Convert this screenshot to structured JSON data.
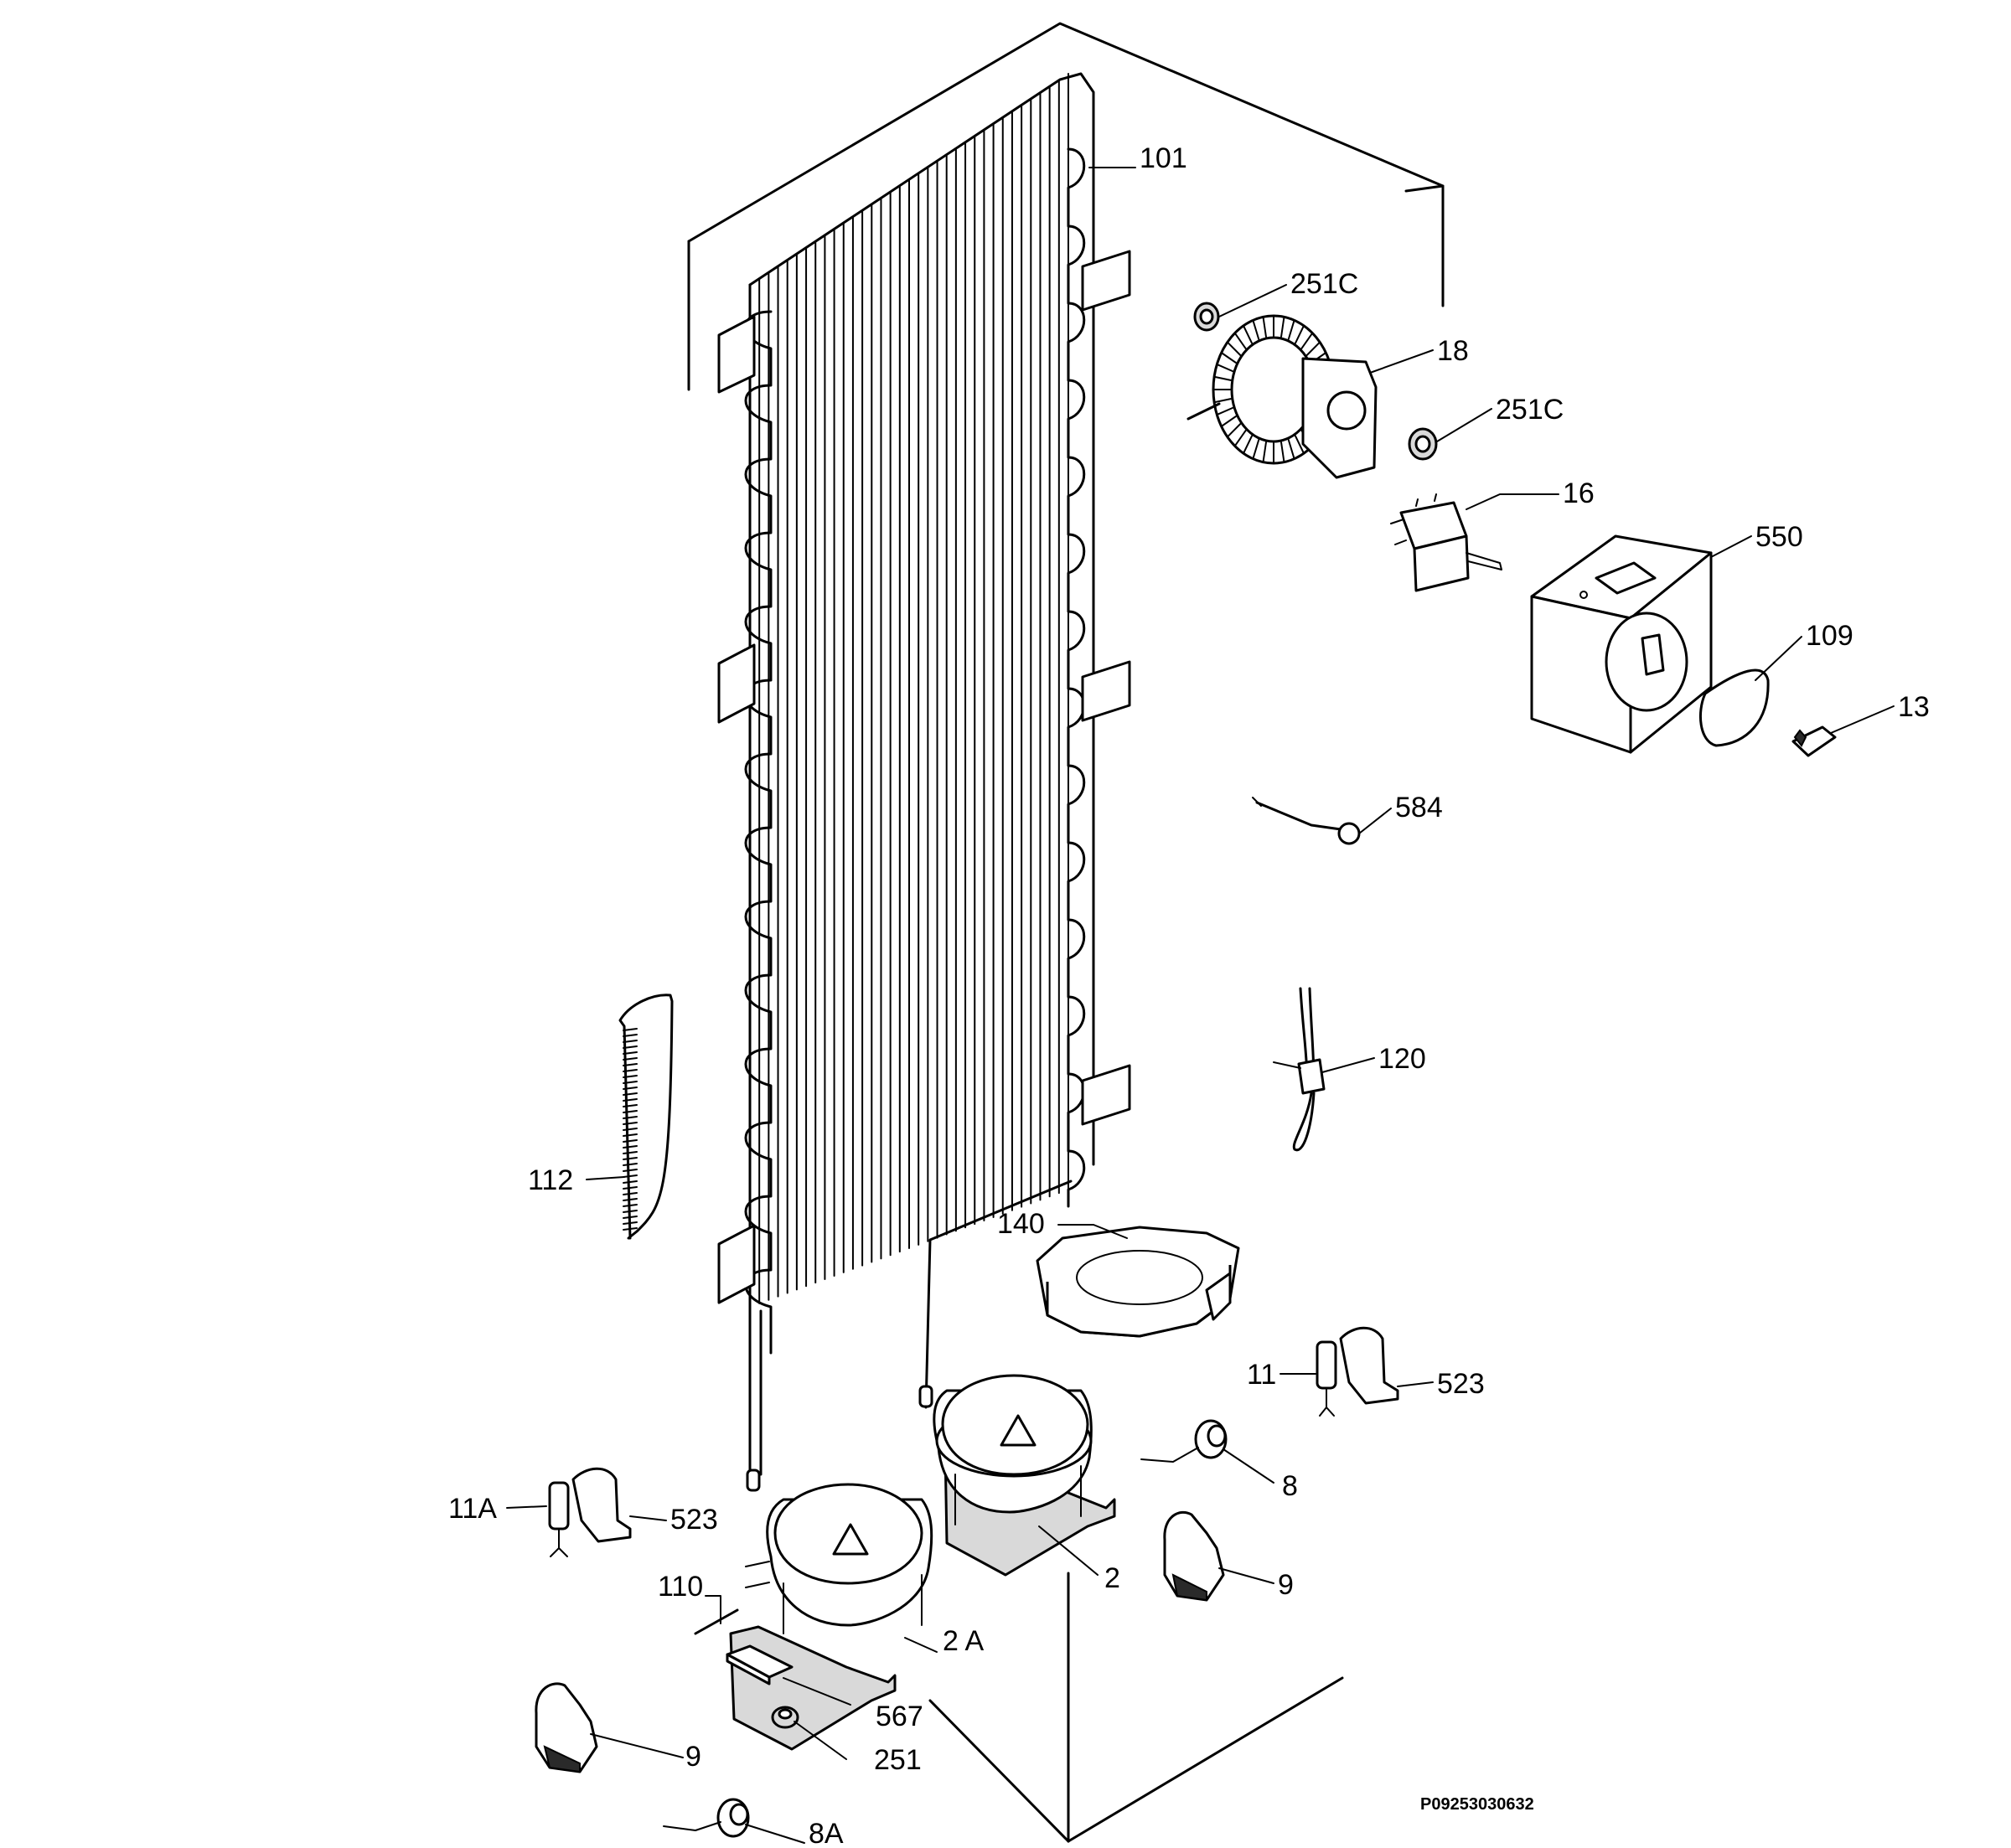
{
  "diagram": {
    "reference_code": "P09253030632",
    "callouts": {
      "condenser": "101",
      "damper_fixing_top": "251C",
      "fan_motor": "18",
      "damper_fixing_side": "251C",
      "thermostat_switch": "16",
      "cover_box": "550",
      "lamp_cover": "109",
      "lamp_holder": "13",
      "thermal_fuse": "584",
      "sensor_lead": "120",
      "drain_hose": "112",
      "drip_tray": "140",
      "relay_right": "11",
      "relay_clip_right": "523",
      "overload_right": "8",
      "compressor": "2",
      "protector_right": "9",
      "relay_left": "11A",
      "relay_clip_left": "523",
      "capillary_tube": "110",
      "compressor_alt": "2 A",
      "mounting_plate": "567",
      "protector_left": "9",
      "rubber_mount": "251",
      "overload_left": "8A"
    }
  }
}
